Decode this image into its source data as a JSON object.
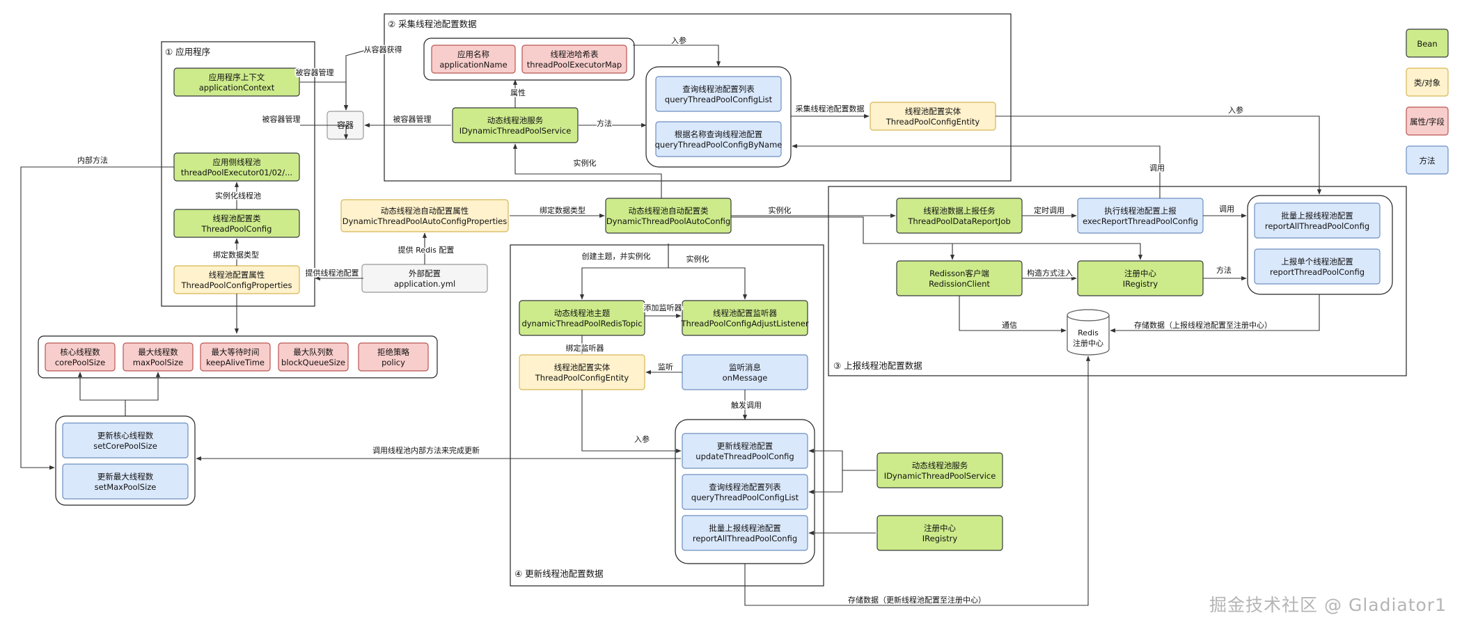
{
  "legend": [
    "Bean",
    "类/对象",
    "属性/字段",
    "方法"
  ],
  "colors": {
    "bean": "#cdeb8b",
    "bean_border": "#36393d",
    "cls": "#fff2cc",
    "cls_border": "#d6b656",
    "attr": "#f8cecc",
    "attr_border": "#b85450",
    "method": "#dae8fc",
    "method_border": "#6c8ebf",
    "ext": "#f5f5f5",
    "ext_border": "#999999",
    "line": "#333333"
  },
  "sections": {
    "s1": "① 应用程序",
    "s2": "② 采集线程池配置数据",
    "s3": "③ 上报线程池配置数据",
    "s4": "④ 更新线程池配置数据"
  },
  "nodes": {
    "appCtx": [
      "应用程序上下文",
      "applicationContext"
    ],
    "container": [
      "容器",
      ""
    ],
    "appExec": [
      "应用侧线程池",
      "threadPoolExecutor01/02/..."
    ],
    "tpConfig": [
      "线程池配置类",
      "ThreadPoolConfig"
    ],
    "tpConfigProps": [
      "线程池配置属性",
      "ThreadPoolConfigProperties"
    ],
    "appName": [
      "应用名称",
      "applicationName"
    ],
    "tpMap": [
      "线程池哈希表",
      "threadPoolExecutorMap"
    ],
    "dynSvc": [
      "动态线程池服务",
      "IDynamicThreadPoolService"
    ],
    "queryList": [
      "查询线程池配置列表",
      "queryThreadPoolConfigList"
    ],
    "queryByName": [
      "根据名称查询线程池配置",
      "queryThreadPoolConfigByName"
    ],
    "cfgEntity": [
      "线程池配置实体",
      "ThreadPoolConfigEntity"
    ],
    "autoProps": [
      "动态线程池自动配置属性",
      "DynamicThreadPoolAutoConfigProperties"
    ],
    "autoConfig": [
      "动态线程池自动配置类",
      "DynamicThreadPoolAutoConfig"
    ],
    "extCfg": [
      "外部配置",
      "application.yml"
    ],
    "core": [
      "核心线程数",
      "corePoolSize"
    ],
    "max": [
      "最大线程数",
      "maxPoolSize"
    ],
    "keep": [
      "最大等待时间",
      "keepAliveTime"
    ],
    "queue": [
      "最大队列数",
      "blockQueueSize"
    ],
    "policy": [
      "拒绝策略",
      "policy"
    ],
    "setCore": [
      "更新核心线程数",
      "setCorePoolSize"
    ],
    "setMax": [
      "更新最大线程数",
      "setMaxPoolSize"
    ],
    "topic": [
      "动态线程池主题",
      "dynamicThreadPoolRedisTopic"
    ],
    "listener": [
      "线程池配置监听器",
      "ThreadPoolConfigAdjustListener"
    ],
    "cfgEntity2": [
      "线程池配置实体",
      "ThreadPoolConfigEntity"
    ],
    "onMsg": [
      "监听消息",
      "onMessage"
    ],
    "update": [
      "更新线程池配置",
      "updateThreadPoolConfig"
    ],
    "queryList2": [
      "查询线程池配置列表",
      "queryThreadPoolConfigList"
    ],
    "reportAll2": [
      "批量上报线程池配置",
      "reportAllThreadPoolConfig"
    ],
    "dynSvc2": [
      "动态线程池服务",
      "IDynamicThreadPoolService"
    ],
    "registry2": [
      "注册中心",
      "IRegistry"
    ],
    "job": [
      "线程池数据上报任务",
      "ThreadPoolDataReportJob"
    ],
    "execReport": [
      "执行线程池配置上报",
      "execReportThreadPoolConfig"
    ],
    "reportAll": [
      "批量上报线程池配置",
      "reportAllThreadPoolConfig"
    ],
    "reportOne": [
      "上报单个线程池配置",
      "reportThreadPoolConfig"
    ],
    "redisClient": [
      "Redisson客户端",
      "RedissionClient"
    ],
    "registry": [
      "注册中心",
      "IRegistry"
    ],
    "redis": [
      "Redis",
      "注册中心"
    ]
  },
  "labels": {
    "byContainer1": "被容器管理",
    "fromContainer": "从容器获得",
    "byContainer2": "被容器管理",
    "byContainer3": "被容器管理",
    "param1": "入参",
    "attr": "属性",
    "method1": "方法",
    "collect": "采集线程池配置数据",
    "param2": "入参",
    "instantiate1": "实例化",
    "call1": "调用",
    "innerMethod": "内部方法",
    "instPool": "实例化线程池",
    "bindType1": "绑定数据类型",
    "provideCfg": "提供线程池配置",
    "provideRedis": "提供 Redis 配置",
    "bindType2": "绑定数据类型",
    "instantiate2": "实例化",
    "timedCall": "定时调用",
    "call2": "调用",
    "buildInject": "构造方式注入",
    "method2": "方法",
    "comm": "通信",
    "storeReport": "存储数据（上报线程池配置至注册中心）",
    "createTopic": "创建主题，并实例化",
    "instantiate3": "实例化",
    "addListener": "添加监听器",
    "bindListener": "绑定监听器",
    "listen": "监听",
    "trigger": "触发调用",
    "param3": "入参",
    "callInner": "调用线程池内部方法来完成更新",
    "storeUpdate": "存储数据（更新线程池配置至注册中心）"
  },
  "watermark": "掘金技术社区 @ Gladiator1"
}
